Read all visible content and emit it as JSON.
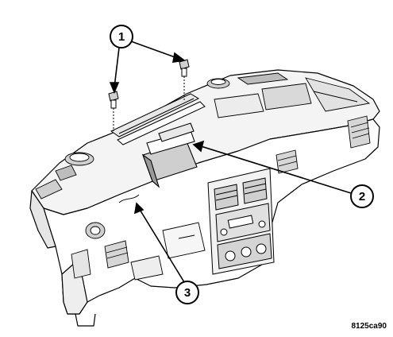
{
  "callouts": [
    {
      "id": "1",
      "label": "1"
    },
    {
      "id": "2",
      "label": "2"
    },
    {
      "id": "3",
      "label": "3"
    }
  ],
  "figure_code": "8125ca90",
  "colors": {
    "line": "#000000",
    "background": "#ffffff",
    "shade": "#d9d9d9",
    "dark_shade": "#9a9a9a"
  }
}
